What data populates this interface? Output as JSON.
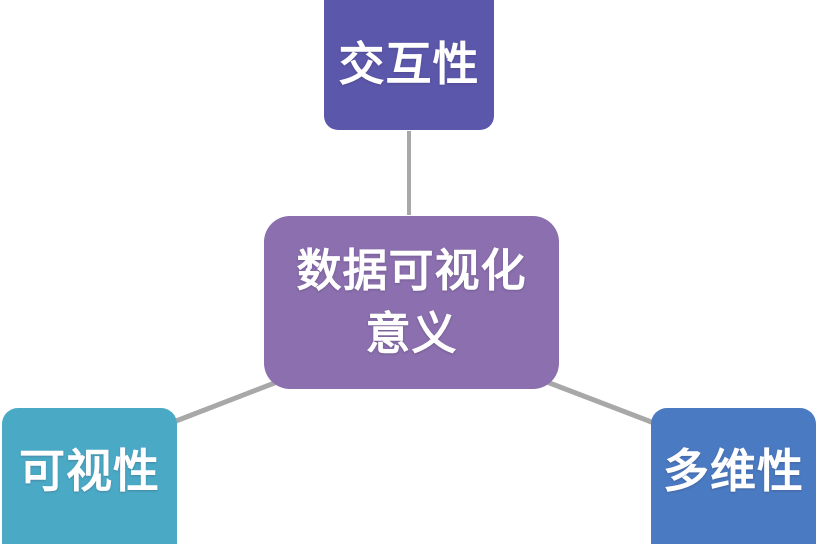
{
  "diagram": {
    "type": "hub-and-spoke mind map",
    "background_color": "#ffffff",
    "connector_color": "#a8a8a8",
    "center": {
      "label": "数据可视化\n意义",
      "color": "#8b6fae",
      "text_color": "#ffffff"
    },
    "branches": [
      {
        "id": "interactivity",
        "label": "交互性",
        "color": "#5b57ab",
        "text_color": "#ffffff",
        "position": "top"
      },
      {
        "id": "visibility",
        "label": "可视性",
        "color": "#4aaac6",
        "text_color": "#ffffff",
        "position": "bottom-left"
      },
      {
        "id": "multidimensional",
        "label": "多维性",
        "color": "#4a7ac2",
        "text_color": "#ffffff",
        "position": "bottom-right"
      }
    ],
    "connectors": [
      {
        "id": "center-to-interactivity",
        "from": "center",
        "to": "interactivity"
      },
      {
        "id": "center-to-visibility",
        "from": "center",
        "to": "visibility"
      },
      {
        "id": "center-to-multidimensional",
        "from": "center",
        "to": "multidimensional"
      }
    ]
  }
}
